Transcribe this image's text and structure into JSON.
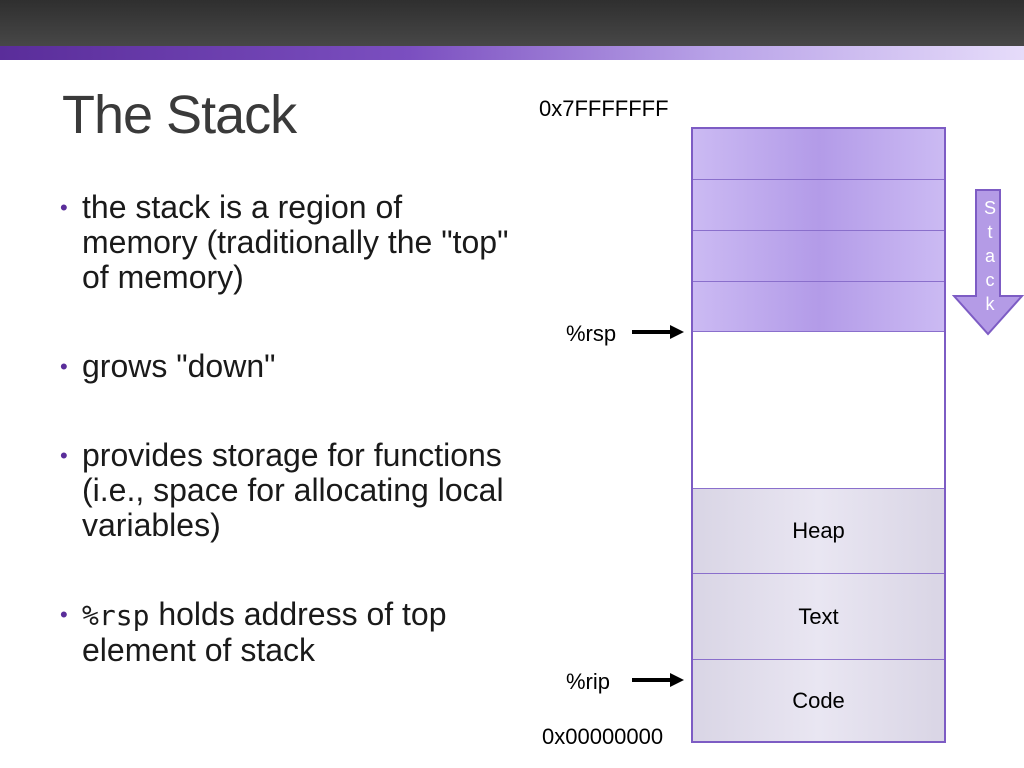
{
  "slide": {
    "title": "The Stack",
    "bullets": [
      {
        "text": "the stack is a region of memory (traditionally the \"top\" of memory)"
      },
      {
        "text": "grows \"down\""
      },
      {
        "text": "provides storage for functions (i.e., space for allocating local variables)"
      },
      {
        "code": "%rsp",
        "text": " holds address of top element of stack"
      }
    ]
  },
  "diagram": {
    "top_address": "0x7FFFFFFF",
    "bottom_address": "0x00000000",
    "rsp_label": "%rsp",
    "rip_label": "%rip",
    "segments": [
      "Heap",
      "Text",
      "Code"
    ],
    "stack_letters": [
      "S",
      "t",
      "a",
      "c",
      "k"
    ],
    "colors": {
      "accent": "#5a2d9a",
      "stack_fill": "#b39be8",
      "segment_fill": "#e2deec",
      "arrow_fill": "#b49be6"
    }
  }
}
